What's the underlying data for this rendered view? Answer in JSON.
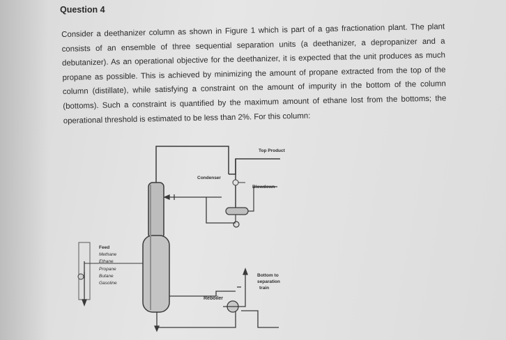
{
  "question": {
    "title": "Question 4",
    "body": "Consider a deethanizer column as shown in Figure 1 which is part of a gas fractionation plant. The plant consists of an ensemble of three sequential separation units (a deethanizer, a depropanizer and a debutanizer). As an operational objective for the deethanizer, it is expected that the unit produces as much propane as possible. This is achieved by minimizing the amount of propane extracted from the top of the column (distillate), while satisfying a constraint on the amount of impurity in the bottom of the column (bottoms). Such a constraint is quantified by the maximum amount of ethane lost from the bottoms; the operational threshold is estimated to be less than 2%. For this column:"
  },
  "figure": {
    "top_product": "Top Product",
    "condenser": "Condenser",
    "blowdown": "Blowdown",
    "reboiler": "Reboiler",
    "bottom_line1": "Bottom to",
    "bottom_line2": "separation",
    "bottom_line3": "train",
    "feed_title": "Feed",
    "feed_components": [
      "Methane",
      "Ethane",
      "Propane",
      "Butane",
      "Gasoline"
    ]
  }
}
